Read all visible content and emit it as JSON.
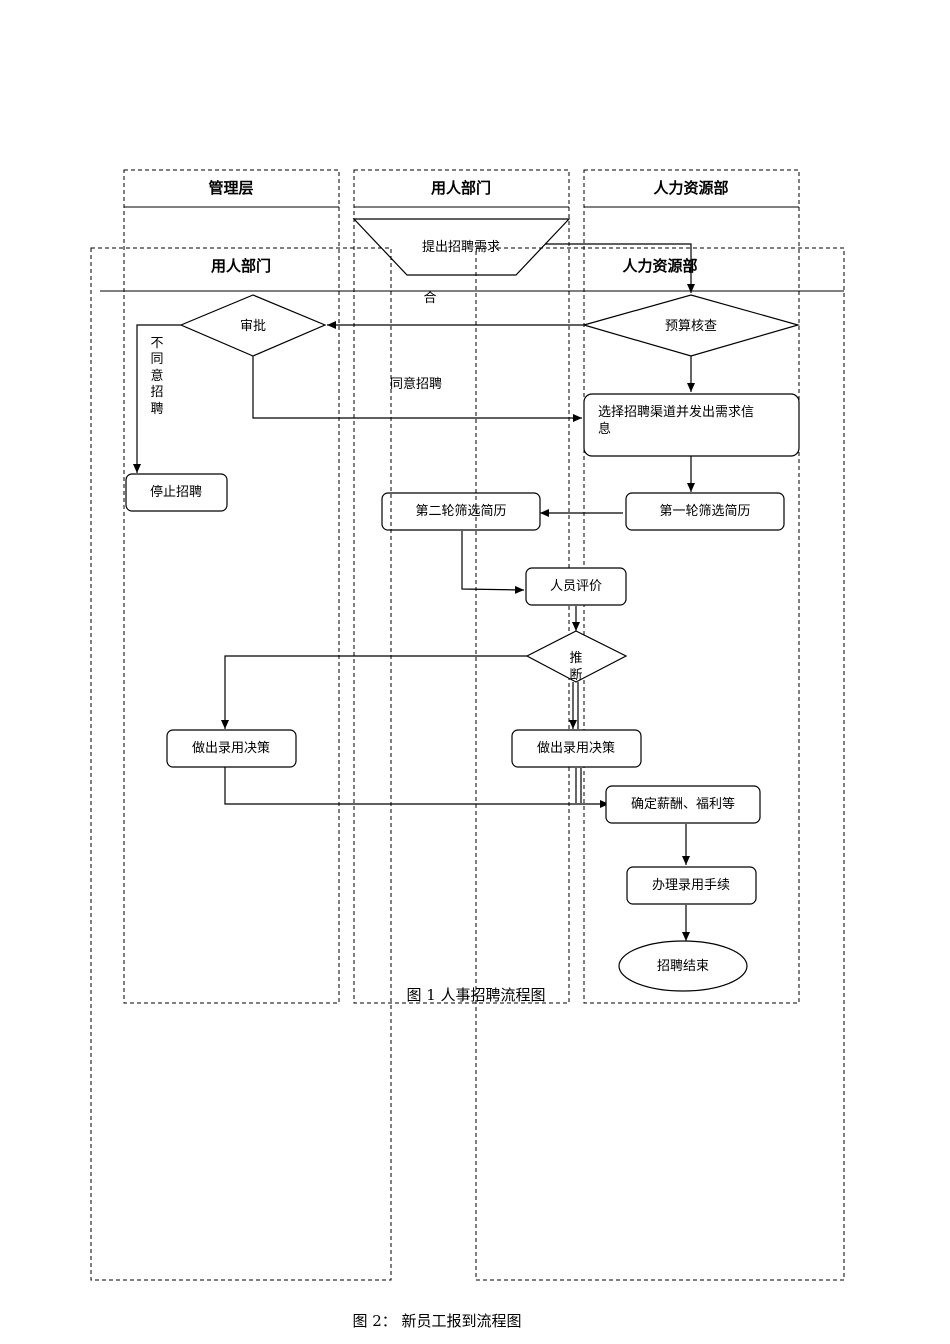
{
  "figure1": {
    "lanes": [
      "管理层",
      "用人部门",
      "人力资源部"
    ],
    "nodes": {
      "propose": "提出招聘需求",
      "approve": "审批",
      "budget": "预算核查",
      "channel_line1": "选择招聘渠道并发出需求信",
      "channel_line2": "息",
      "stop": "停止招聘",
      "round2": "第二轮筛选简历",
      "round1": "第一轮筛选简历",
      "evaluate": "人员评价",
      "recommend_line1": "推",
      "recommend_line2": "断",
      "decision_mgmt": "做出录用决策",
      "decision_dept": "做出录用决策",
      "salary": "确定薪酬、福利等",
      "procedures": "办理录用手续",
      "end": "招聘结束"
    },
    "labels": {
      "disagree": [
        "不",
        "同",
        "意",
        "招",
        "聘"
      ],
      "agree": "同意招聘"
    },
    "caption": "图 1 人事招聘流程图"
  },
  "figure2": {
    "lanes": [
      "用人部门",
      "人力资源部"
    ],
    "fragment": "合",
    "caption": "图 2： 新员工报到流程图"
  }
}
